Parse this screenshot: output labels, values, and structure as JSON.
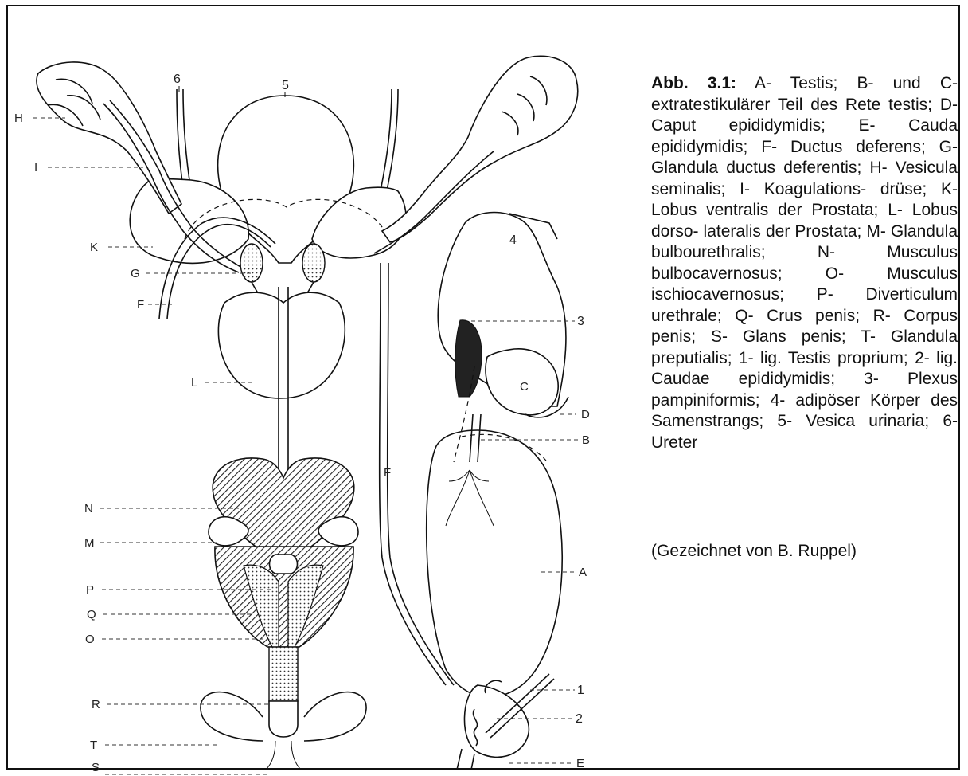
{
  "figure": {
    "caption_heading": "Abb. 3.1:",
    "caption_text": " A- Testis; B- und C- extratestikulärer Teil des Rete testis; D- Caput epididymidis; E- Cauda epididymidis; F- Ductus deferens; G- Glandula ductus deferentis; H- Vesicula seminalis; I- Koagulations- drüse; K- Lobus ventralis der Prostata; L- Lobus dorso- lateralis der Prostata; M- Glandula bulbourethralis; N- Musculus bulbocavernosus; O- Musculus ischiocavernosus; P- Diverticulum urethrale; Q- Crus penis; R- Corpus penis; S- Glans penis; T- Glandula preputialis; 1- lig. Testis proprium; 2- lig. Caudae epididymidis; 3- Plexus pampiniformis; 4- adipöser Körper des Samenstrangs; 5- Vesica urinaria; 6- Ureter",
    "credit": "(Gezeichnet von B. Ruppel)"
  },
  "labels": {
    "H": "H",
    "I": "I",
    "K": "K",
    "G": "G",
    "F_left": "F",
    "L": "L",
    "N": "N",
    "M": "M",
    "P": "P",
    "Q": "Q",
    "O": "O",
    "R": "R",
    "T": "T",
    "S": "S",
    "F_mid": "F",
    "C": "C",
    "D": "D",
    "B": "B",
    "A": "A",
    "E": "E",
    "n1": "1",
    "n2": "2",
    "n3": "3",
    "n4": "4",
    "n5": "5",
    "n6": "6"
  }
}
